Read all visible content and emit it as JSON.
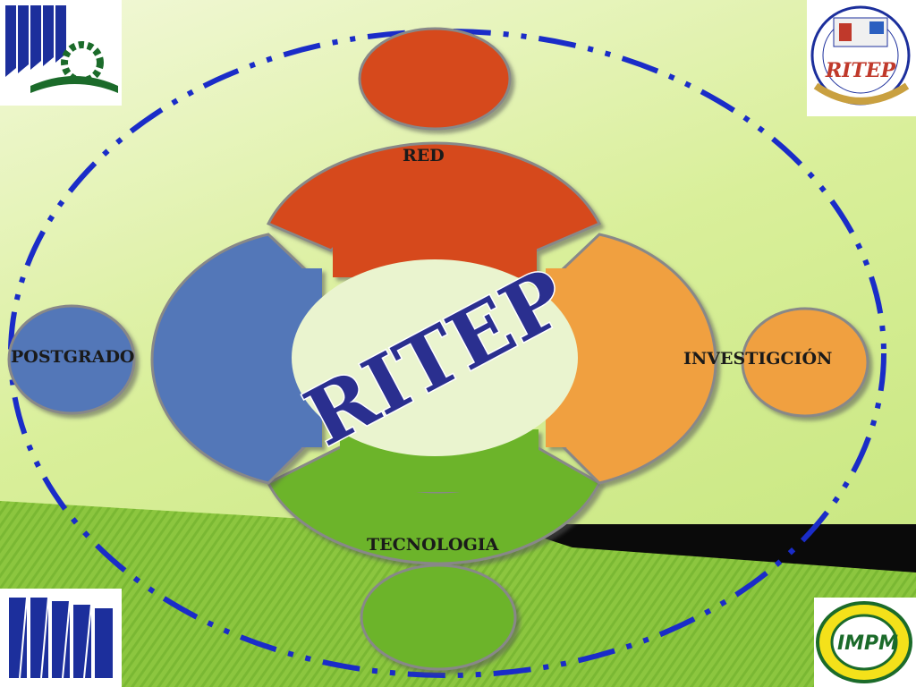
{
  "diagram": {
    "center_title": "RITEP",
    "nodes": [
      {
        "label": "RED",
        "color": "#d64a1a"
      },
      {
        "label": "POSTGRADO",
        "color": "#5277b8"
      },
      {
        "label": "INVESTIGCIÓN",
        "color": "#f0a040"
      },
      {
        "label": "TECNOLOGIA",
        "color": "#6cb42c"
      }
    ]
  },
  "logos": {
    "top_right_text": "RITEP",
    "bottom_right_text": "IMPM"
  },
  "colors": {
    "ring": "#1a2cc8",
    "title": "#2a2f8f",
    "background": "#d9ef9a"
  }
}
